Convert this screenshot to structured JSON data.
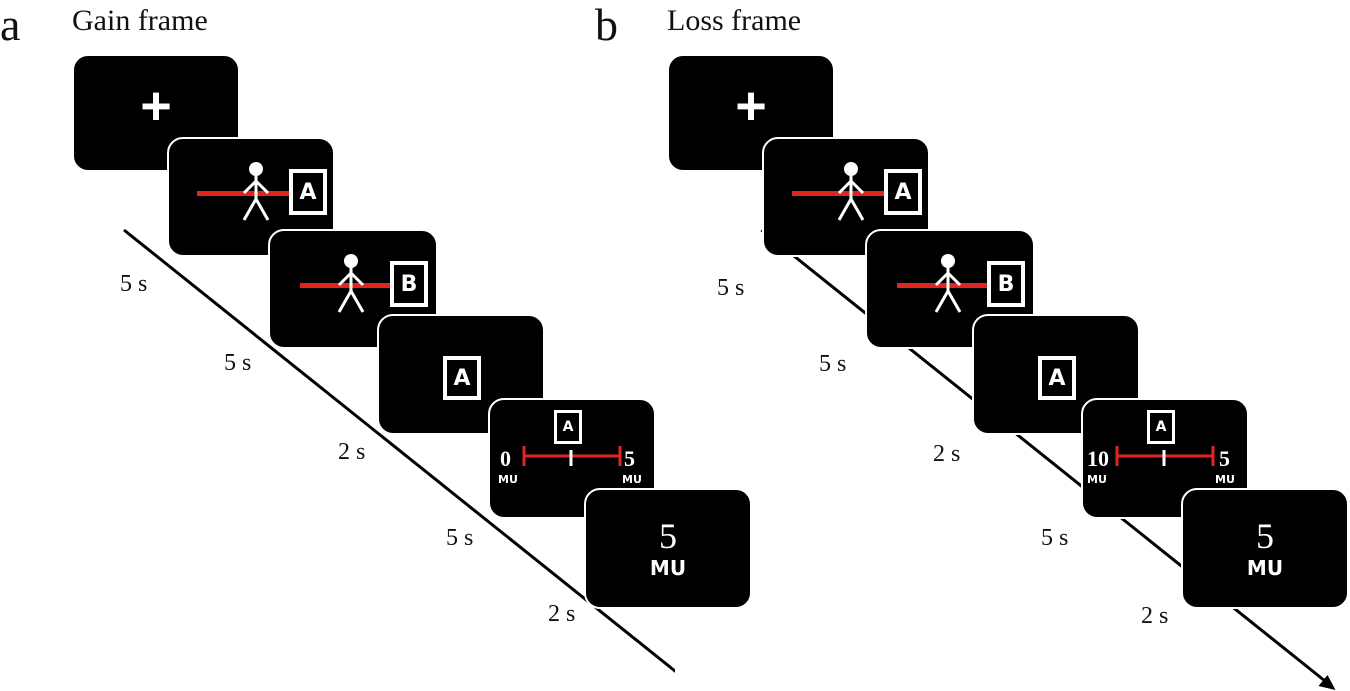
{
  "panels": [
    {
      "letter": "a",
      "title": "Gain frame",
      "durations": [
        "5 s",
        "5 s",
        "2 s",
        "5 s",
        "2 s"
      ],
      "fixation": "+",
      "option1": "A",
      "option2": "B",
      "chosen": "A",
      "scale_box": "A",
      "scale_left": "0",
      "scale_left_unit": "MU",
      "scale_right": "5",
      "scale_right_unit": "MU",
      "outcome_value": "5",
      "outcome_unit": "MU"
    },
    {
      "letter": "b",
      "title": "Loss frame",
      "durations": [
        "5 s",
        "5 s",
        "2 s",
        "5 s",
        "2 s"
      ],
      "fixation": "+",
      "option1": "A",
      "option2": "B",
      "chosen": "A",
      "scale_box": "A",
      "scale_left": "10",
      "scale_left_unit": "MU",
      "scale_right": "5",
      "scale_right_unit": "MU",
      "outcome_value": "5",
      "outcome_unit": "MU"
    }
  ],
  "colors": {
    "screen": "#000000",
    "accent_red": "#e0241f",
    "foreground": "#ffffff"
  }
}
